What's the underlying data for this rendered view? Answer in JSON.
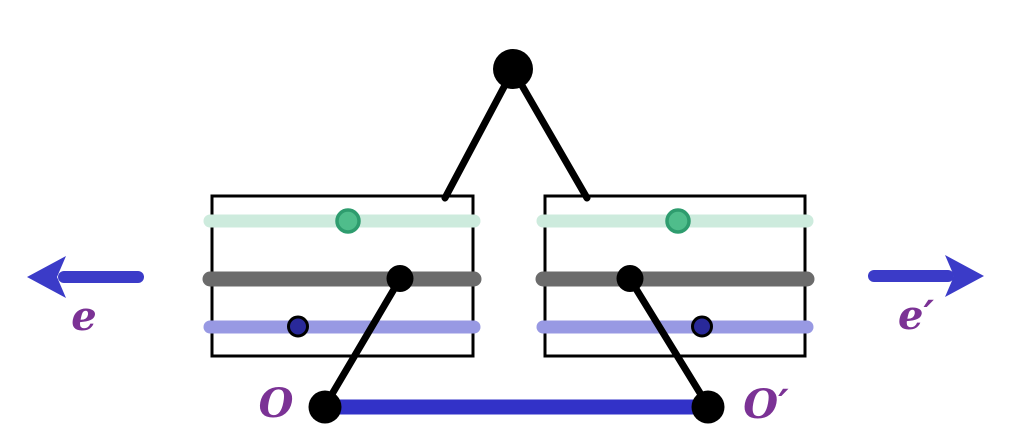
{
  "figure": {
    "labels": {
      "left_direction": "e",
      "right_direction": "e′",
      "left_endpoint": "O",
      "right_endpoint": "O′"
    },
    "colors": {
      "background": "#ffffff",
      "black": "#000000",
      "arrow_blue": "#3b3bc8",
      "segment_blue": "#3232c8",
      "mint_strand": "#cdebdd",
      "gray_strand": "#6b6b6b",
      "periwinkle_strand": "#9899e3",
      "green_marker_fill": "#4fbd8b",
      "green_marker_stroke": "#2e9c6e",
      "navy_marker_fill": "#29299a",
      "navy_marker_stroke": "#000000",
      "label_purple": "#7b3295",
      "box_border": "#000000"
    }
  }
}
